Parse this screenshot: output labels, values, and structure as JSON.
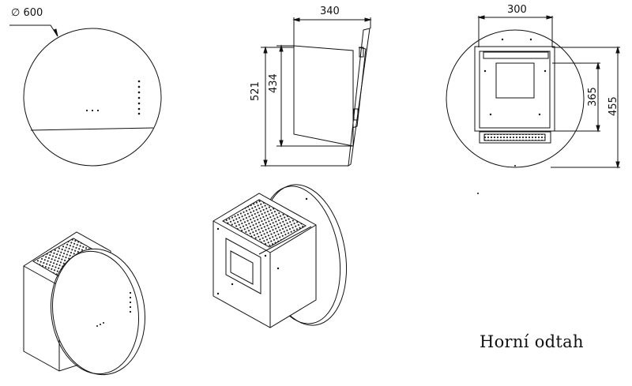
{
  "caption": "Horní odtah",
  "dimensions": {
    "diameter": "∅ 600",
    "depth": "340",
    "height_total": "521",
    "height_body": "434",
    "width": "300",
    "height_box": "365",
    "height_mount": "455"
  }
}
